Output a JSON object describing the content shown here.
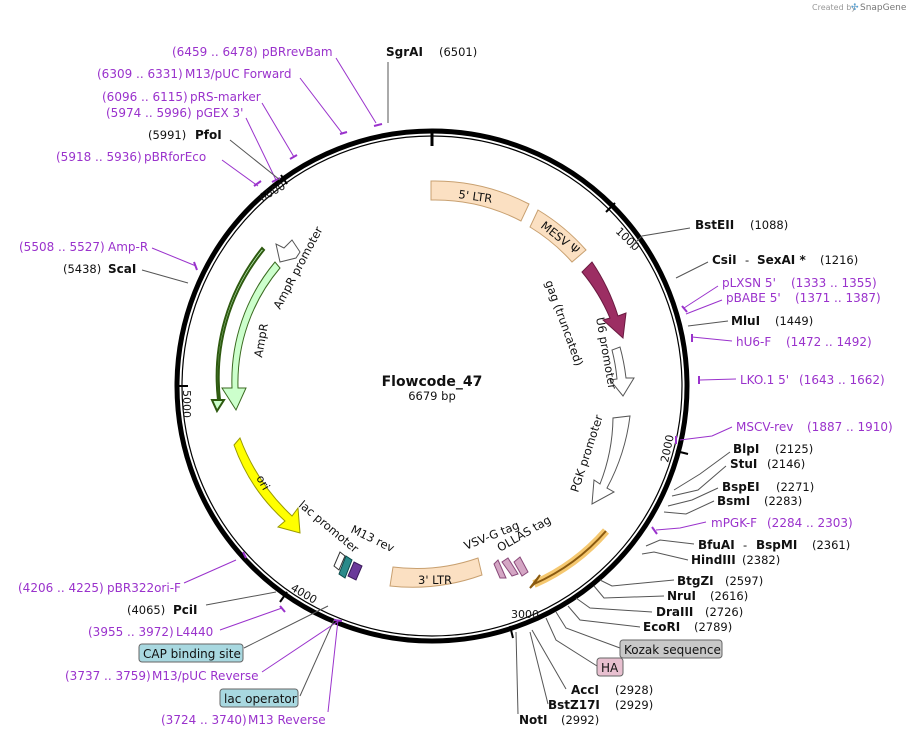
{
  "credit": {
    "prefix": "Created by",
    "brand": "SnapGene"
  },
  "plasmid": {
    "name": "Flowcode_47",
    "length": "6679 bp"
  },
  "ticks": [
    "1000",
    "2000",
    "3000",
    "4000",
    "5000",
    "6000"
  ],
  "features": {
    "ltr5": "5' LTR",
    "mesv": "MESV Ψ",
    "gag": "gag (truncated)",
    "u6": "U6 promoter",
    "pgk": "PGK promoter",
    "ollas": "OLLAS tag",
    "vsvg": "VSV-G tag",
    "ltr3": "3' LTR",
    "m13rev": "M13 rev",
    "lacprom": "lac promoter",
    "ori": "ori",
    "ampr": "AmpR",
    "amprprom": "AmpR promoter"
  },
  "labels": {
    "sgrai": {
      "name": "SgrAI",
      "pos": "(6501)"
    },
    "pbrrevbam": {
      "range": "(6459 .. 6478)",
      "name": "pBRrevBam"
    },
    "m13puc_fwd": {
      "range": "(6309 .. 6331)",
      "name": "M13/pUC Forward"
    },
    "prs_marker": {
      "range": "(6096 .. 6115)",
      "name": "pRS-marker"
    },
    "pgex3": {
      "range": "(5974 .. 5996)",
      "name": "pGEX 3'"
    },
    "pfoi": {
      "pos": "(5991)",
      "name": "PfoI"
    },
    "pbrforeco": {
      "range": "(5918 .. 5936)",
      "name": "pBRforEco"
    },
    "ampr_primer": {
      "range": "(5508 .. 5527)",
      "name": "Amp-R"
    },
    "scai": {
      "pos": "(5438)",
      "name": "ScaI"
    },
    "pbr322ori": {
      "range": "(4206 .. 4225)",
      "name": "pBR322ori-F"
    },
    "pcii": {
      "pos": "(4065)",
      "name": "PciI"
    },
    "l4440": {
      "range": "(3955 .. 3972)",
      "name": "L4440"
    },
    "cap": "CAP binding site",
    "m13puc_rev": {
      "range": "(3737 .. 3759)",
      "name": "M13/pUC Reverse"
    },
    "lacop": "lac operator",
    "m13reverse": {
      "range": "(3724 .. 3740)",
      "name": "M13 Reverse"
    },
    "bsteii": {
      "name": "BstEII",
      "pos": "(1088)"
    },
    "csii": {
      "name": "CsiI",
      "sep": "-",
      "name2": "SexAI *",
      "pos": "(1216)"
    },
    "plxsn5": {
      "name": "pLXSN 5'",
      "range": "(1333 .. 1355)"
    },
    "pbabe5": {
      "name": "pBABE 5'",
      "range": "(1371 .. 1387)"
    },
    "mlui": {
      "name": "MluI",
      "pos": "(1449)"
    },
    "hu6f": {
      "name": "hU6-F",
      "range": "(1472 .. 1492)"
    },
    "lko15": {
      "name": "LKO.1 5'",
      "range": "(1643 .. 1662)"
    },
    "mscvrev": {
      "name": "MSCV-rev",
      "range": "(1887 .. 1910)"
    },
    "blpi": {
      "name": "BlpI",
      "pos": "(2125)"
    },
    "stui": {
      "name": "StuI",
      "pos": "(2146)"
    },
    "bspei": {
      "name": "BspEI",
      "pos": "(2271)"
    },
    "bsmi": {
      "name": "BsmI",
      "pos": "(2283)"
    },
    "mpgkf": {
      "name": "mPGK-F",
      "range": "(2284 .. 2303)"
    },
    "bfuai": {
      "name": "BfuAI",
      "sep": "-",
      "name2": "BspMI",
      "pos": "(2361)"
    },
    "hindiii": {
      "name": "HindIII",
      "pos": "(2382)"
    },
    "btgzi": {
      "name": "BtgZI",
      "pos": "(2597)"
    },
    "drui": {
      "name": "NruI",
      "pos": "(2616)"
    },
    "draiii": {
      "name": "DraIII",
      "pos": "(2726)"
    },
    "ecori": {
      "name": "EcoRI",
      "pos": "(2789)"
    },
    "kozak": "Kozak sequence",
    "ha": "HA",
    "acci": {
      "name": "AccI",
      "pos": "(2928)"
    },
    "bstz17i": {
      "name": "BstZ17I",
      "pos": "(2929)"
    },
    "noti": {
      "name": "NotI",
      "pos": "(2992)"
    }
  },
  "colors": {
    "ltr": "#fbe0c2",
    "mesv": "#fbe0c2",
    "gag": "#9c2e63",
    "promoter": "#ffffff",
    "ori": "#ffff00",
    "ampr": "#ccffcc",
    "ollas_hl": "#f5b84a",
    "primer": "#9a32cc",
    "cap_box": "#a8d8e0",
    "kozak_box": "#c8c8c8",
    "ha_box": "#e8c0d0"
  }
}
